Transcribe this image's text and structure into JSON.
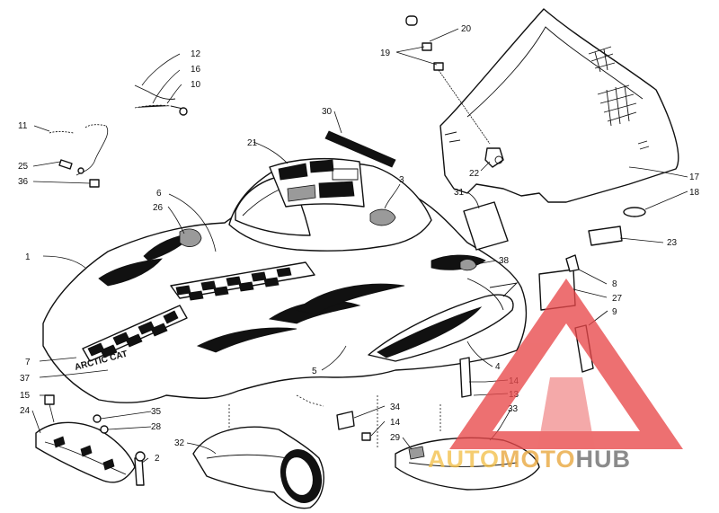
{
  "callouts": [
    {
      "id": "c1",
      "text": "1"
    },
    {
      "id": "c2",
      "text": "2"
    },
    {
      "id": "c3",
      "text": "3"
    },
    {
      "id": "c4",
      "text": "4"
    },
    {
      "id": "c5",
      "text": "5"
    },
    {
      "id": "c6",
      "text": "6"
    },
    {
      "id": "c7",
      "text": "7"
    },
    {
      "id": "c8",
      "text": "8"
    },
    {
      "id": "c9",
      "text": "9"
    },
    {
      "id": "c10",
      "text": "10"
    },
    {
      "id": "c11",
      "text": "11"
    },
    {
      "id": "c12",
      "text": "12"
    },
    {
      "id": "c13",
      "text": "13"
    },
    {
      "id": "c14a",
      "text": "14"
    },
    {
      "id": "c14b",
      "text": "14"
    },
    {
      "id": "c15",
      "text": "15"
    },
    {
      "id": "c16",
      "text": "16"
    },
    {
      "id": "c17",
      "text": "17"
    },
    {
      "id": "c18",
      "text": "18"
    },
    {
      "id": "c19",
      "text": "19"
    },
    {
      "id": "c20",
      "text": "20"
    },
    {
      "id": "c21",
      "text": "21"
    },
    {
      "id": "c22",
      "text": "22"
    },
    {
      "id": "c23",
      "text": "23"
    },
    {
      "id": "c24",
      "text": "24"
    },
    {
      "id": "c25",
      "text": "25"
    },
    {
      "id": "c26",
      "text": "26"
    },
    {
      "id": "c27",
      "text": "27"
    },
    {
      "id": "c28",
      "text": "28"
    },
    {
      "id": "c29",
      "text": "29"
    },
    {
      "id": "c30",
      "text": "30"
    },
    {
      "id": "c31",
      "text": "31"
    },
    {
      "id": "c32",
      "text": "32"
    },
    {
      "id": "c33",
      "text": "33"
    },
    {
      "id": "c34",
      "text": "34"
    },
    {
      "id": "c35",
      "text": "35"
    },
    {
      "id": "c36",
      "text": "36"
    },
    {
      "id": "c37",
      "text": "37"
    },
    {
      "id": "c38",
      "text": "38"
    }
  ],
  "hood_decal_text": "ARCTIC CAT",
  "watermark": {
    "part1": "AUTO",
    "part2": "MOTO",
    "part3": "HUB",
    "colors": {
      "triangle": "#e8484a",
      "auto": "#f3c04a",
      "moto": "#e9a63a",
      "hub": "#6b6b6b"
    }
  }
}
